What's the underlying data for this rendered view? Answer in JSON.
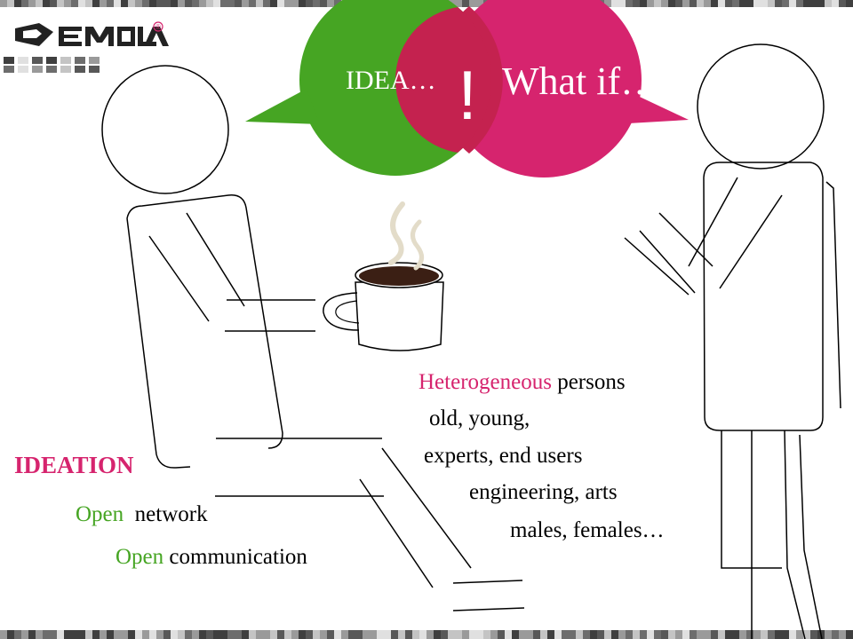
{
  "slide": {
    "logo_text": "DEMOLA",
    "logo_mark": "®",
    "bubble_left": "IDEA…",
    "bubble_right": "What if…",
    "exclamation": "!",
    "ideation": {
      "heading": "IDEATION",
      "items": [
        {
          "highlight": "Open",
          "rest": "network"
        },
        {
          "highlight": "Open",
          "rest": "communication"
        }
      ]
    },
    "persons": {
      "highlight": "Heterogeneous",
      "rest": "persons",
      "lines": [
        "old, young,",
        "experts, end users",
        "engineering, arts",
        "males, females…"
      ]
    }
  },
  "colors": {
    "green": "#46a523",
    "magenta": "#d6246e",
    "overlap": "#c4224f",
    "steam": "#e3dcc9",
    "coffee": "#3b1f14"
  }
}
